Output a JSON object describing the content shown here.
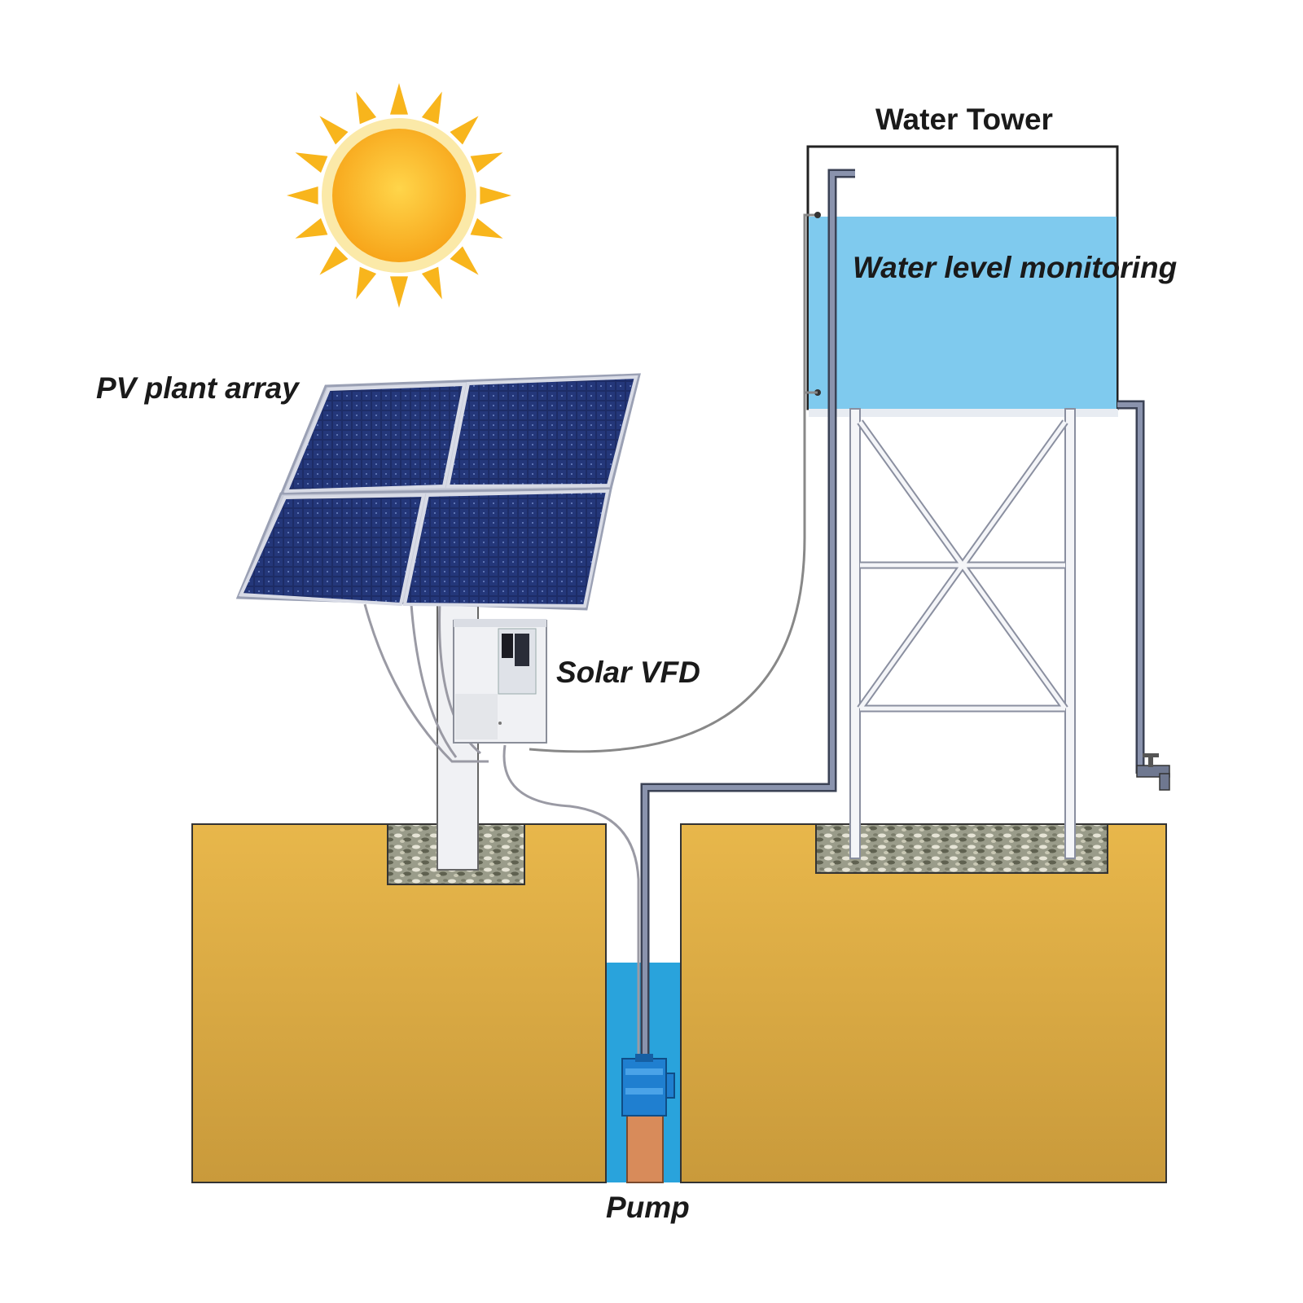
{
  "labels": {
    "water_tower": "Water Tower",
    "water_level": "Water level monitoring",
    "pv_array": "PV plant array",
    "solar_vfd": "Solar VFD",
    "pump": "Pump"
  },
  "colors": {
    "sun": "#f8b51c",
    "soil": "#e2b24a",
    "water": "#7fcaee",
    "well_water": "#29a3dc",
    "panel": "#1f2f6b",
    "pipe": "#6f7890",
    "frame": "#d8dbe6"
  }
}
